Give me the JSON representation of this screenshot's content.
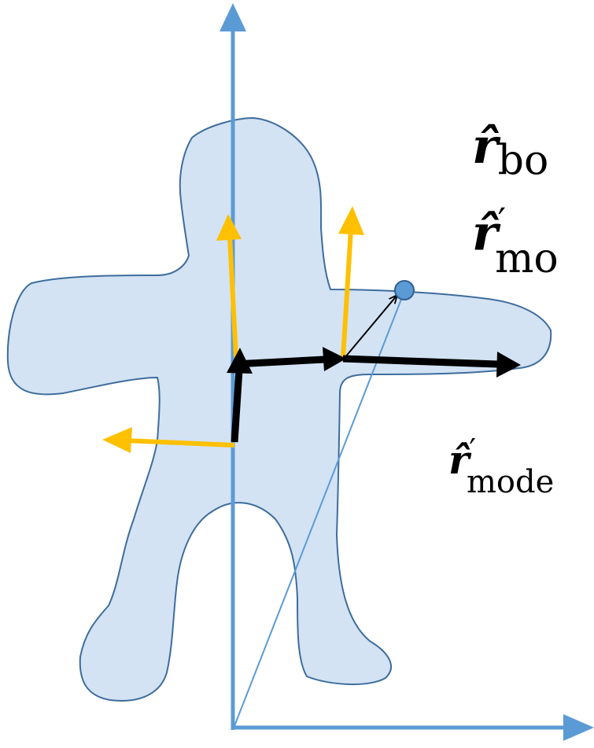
{
  "labels": {
    "label_1": {
      "symbol": "r̂",
      "subscript": "bo"
    },
    "label_2": {
      "symbol": "r̂",
      "prime": "′",
      "subscript": "mo"
    },
    "label_3": {
      "symbol": "r̂",
      "prime": "′",
      "subscript": "mode"
    }
  },
  "colors": {
    "axis": "#5b9bd5",
    "body_fill": "#d3e3f4",
    "body_stroke": "#3e6d9c",
    "orientation_arrow": "#ffc000",
    "bone_arrow": "#000000",
    "marker_fill": "#5b9bd5",
    "marker_stroke": "#2f5f8f"
  },
  "icons": {
    "axes": "coordinate-axes",
    "marker": "circle-marker"
  }
}
